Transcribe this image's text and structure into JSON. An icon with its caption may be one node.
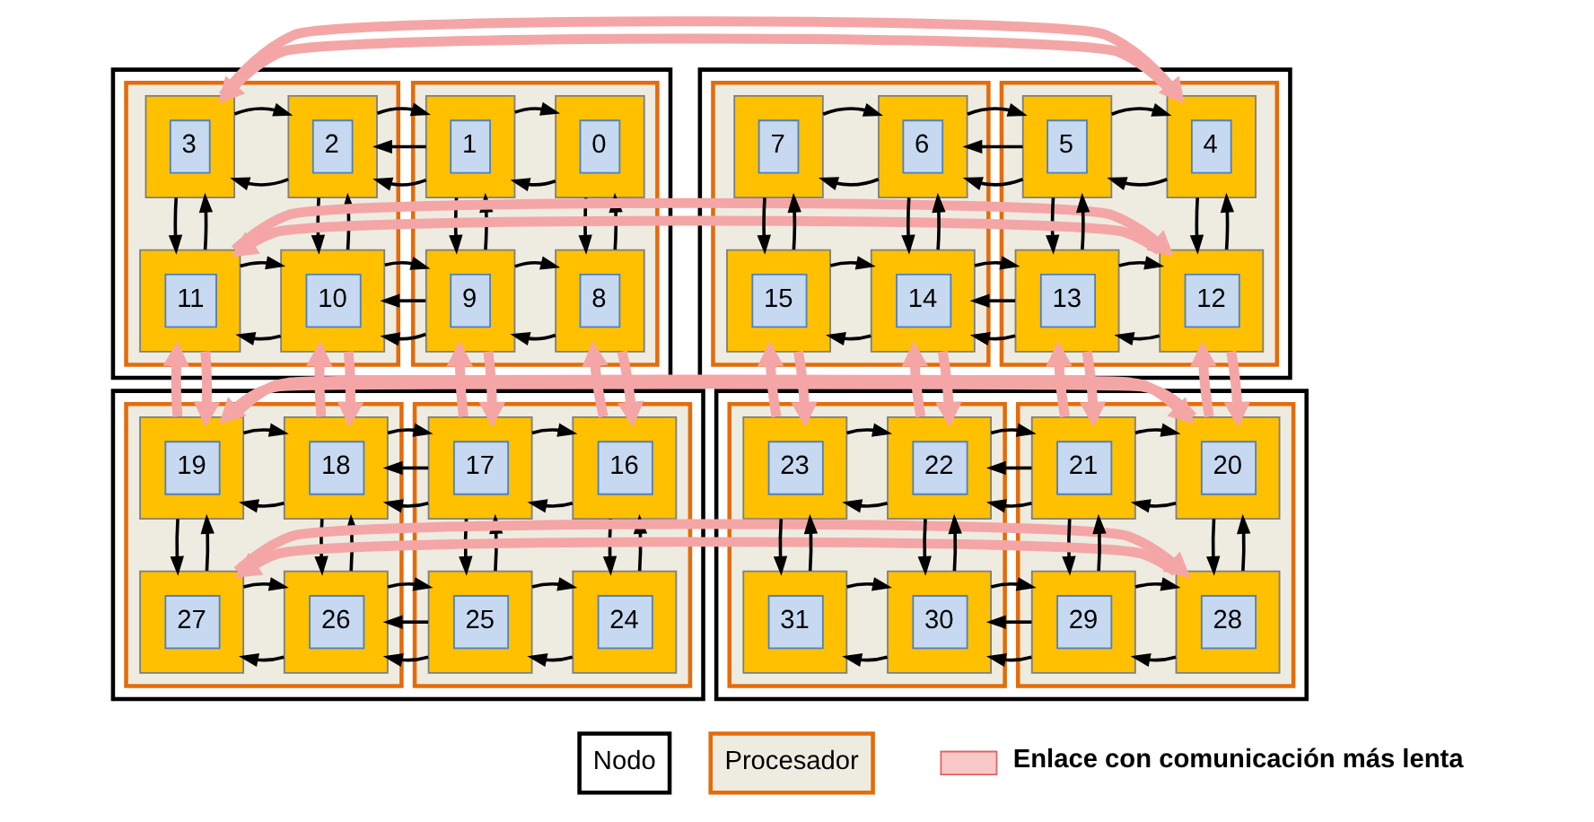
{
  "diagram": {
    "nodes": [
      {
        "text": [],
        "shape": "box"
      },
      {
        "text": [],
        "shape": "box",
        "in": 0
      },
      {
        "text": [
          "0"
        ],
        "in": 1
      },
      {
        "text": [
          "1"
        ],
        "in": 1
      },
      {
        "text": [
          "8"
        ],
        "in": 1
      },
      {
        "text": [
          "9"
        ],
        "in": 1
      },
      {
        "text": [],
        "shape": "box",
        "in": 0
      },
      {
        "text": [
          "2"
        ],
        "in": 6
      },
      {
        "text": [
          "3"
        ],
        "in": 6
      },
      {
        "text": [
          "10"
        ],
        "in": 6
      },
      {
        "text": [
          "11"
        ],
        "in": 6
      },
      {
        "text": [],
        "shape": "box"
      },
      {
        "text": [],
        "shape": "box",
        "in": 11
      },
      {
        "text": [
          "4"
        ],
        "in": 12
      },
      {
        "text": [
          "5"
        ],
        "in": 12
      },
      {
        "text": [
          "12"
        ],
        "in": 12
      },
      {
        "text": [
          "13"
        ],
        "in": 12
      },
      {
        "text": [],
        "shape": "box",
        "in": 11
      },
      {
        "text": [
          "6"
        ],
        "in": 17
      },
      {
        "text": [
          "7"
        ],
        "in": 17
      },
      {
        "text": [
          "14"
        ],
        "in": 17
      },
      {
        "text": [
          "15"
        ],
        "in": 17
      },
      {
        "text": [],
        "shape": "box"
      },
      {
        "text": [],
        "shape": "box",
        "in": 22
      },
      {
        "text": [
          "16"
        ],
        "in": 23
      },
      {
        "text": [
          "17"
        ],
        "in": 23
      },
      {
        "text": [
          "24"
        ],
        "in": 23
      },
      {
        "text": [
          "25"
        ],
        "in": 23
      },
      {
        "text": [],
        "shape": "box",
        "in": 22
      },
      {
        "text": [
          "18"
        ],
        "in": 28
      },
      {
        "text": [
          "19"
        ],
        "in": 28
      },
      {
        "text": [
          "26"
        ],
        "in": 28
      },
      {
        "text": [
          "27"
        ],
        "in": 28
      },
      {
        "text": [],
        "shape": "box"
      },
      {
        "text": [],
        "shape": "box",
        "in": 33
      },
      {
        "text": [
          "20"
        ],
        "in": 34
      },
      {
        "text": [
          "21"
        ],
        "in": 34
      },
      {
        "text": [
          "28"
        ],
        "in": 34
      },
      {
        "text": [
          "29"
        ],
        "in": 34
      },
      {
        "text": [],
        "shape": "box",
        "in": 33
      },
      {
        "text": [
          "22"
        ],
        "in": 39
      },
      {
        "text": [
          "23"
        ],
        "in": 39
      },
      {
        "text": [
          "30"
        ],
        "in": 39
      },
      {
        "text": [
          "31"
        ],
        "in": 39
      }
    ],
    "edges": [
      {
        "from": 2,
        "to": 3,
        "arrow": "to"
      },
      {
        "from": 3,
        "to": 2,
        "arrow": "to"
      },
      {
        "from": 4,
        "to": 5,
        "arrow": "to"
      },
      {
        "from": 5,
        "to": 4,
        "arrow": "to"
      },
      {
        "from": 2,
        "to": 4,
        "arrow": "to"
      },
      {
        "from": 4,
        "to": 2,
        "arrow": "to"
      },
      {
        "from": 3,
        "to": 5,
        "arrow": "to"
      },
      {
        "from": 5,
        "to": 3,
        "arrow": "to"
      },
      {
        "from": 7,
        "to": 8,
        "arrow": "to"
      },
      {
        "from": 8,
        "to": 7,
        "arrow": "to"
      },
      {
        "from": 9,
        "to": 10,
        "arrow": "to"
      },
      {
        "from": 10,
        "to": 9,
        "arrow": "to"
      },
      {
        "from": 7,
        "to": 9,
        "arrow": "to"
      },
      {
        "from": 9,
        "to": 7,
        "arrow": "to"
      },
      {
        "from": 8,
        "to": 10,
        "arrow": "to"
      },
      {
        "from": 10,
        "to": 8,
        "arrow": "to"
      },
      {
        "from": 3,
        "to": 7,
        "arrow": "to"
      },
      {
        "from": 7,
        "to": 3,
        "arrow": "to"
      },
      {
        "from": 5,
        "to": 9,
        "arrow": "to"
      },
      {
        "from": 9,
        "to": 5,
        "arrow": "to"
      },
      {
        "from": 13,
        "to": 14,
        "arrow": "to"
      },
      {
        "from": 14,
        "to": 13,
        "arrow": "to"
      },
      {
        "from": 15,
        "to": 16,
        "arrow": "to"
      },
      {
        "from": 16,
        "to": 15,
        "arrow": "to"
      },
      {
        "from": 13,
        "to": 15,
        "arrow": "to"
      },
      {
        "from": 15,
        "to": 13,
        "arrow": "to"
      },
      {
        "from": 14,
        "to": 16,
        "arrow": "to"
      },
      {
        "from": 16,
        "to": 14,
        "arrow": "to"
      },
      {
        "from": 18,
        "to": 19,
        "arrow": "to"
      },
      {
        "from": 19,
        "to": 18,
        "arrow": "to"
      },
      {
        "from": 20,
        "to": 21,
        "arrow": "to"
      },
      {
        "from": 21,
        "to": 20,
        "arrow": "to"
      },
      {
        "from": 18,
        "to": 20,
        "arrow": "to"
      },
      {
        "from": 20,
        "to": 18,
        "arrow": "to"
      },
      {
        "from": 19,
        "to": 21,
        "arrow": "to"
      },
      {
        "from": 21,
        "to": 19,
        "arrow": "to"
      },
      {
        "from": 14,
        "to": 18,
        "arrow": "to"
      },
      {
        "from": 18,
        "to": 14,
        "arrow": "to"
      },
      {
        "from": 16,
        "to": 20,
        "arrow": "to"
      },
      {
        "from": 20,
        "to": 16,
        "arrow": "to"
      },
      {
        "from": 24,
        "to": 25,
        "arrow": "to"
      },
      {
        "from": 25,
        "to": 24,
        "arrow": "to"
      },
      {
        "from": 26,
        "to": 27,
        "arrow": "to"
      },
      {
        "from": 27,
        "to": 26,
        "arrow": "to"
      },
      {
        "from": 24,
        "to": 26,
        "arrow": "to"
      },
      {
        "from": 26,
        "to": 24,
        "arrow": "to"
      },
      {
        "from": 25,
        "to": 27,
        "arrow": "to"
      },
      {
        "from": 27,
        "to": 25,
        "arrow": "to"
      },
      {
        "from": 29,
        "to": 30,
        "arrow": "to"
      },
      {
        "from": 30,
        "to": 29,
        "arrow": "to"
      },
      {
        "from": 31,
        "to": 32,
        "arrow": "to"
      },
      {
        "from": 32,
        "to": 31,
        "arrow": "to"
      },
      {
        "from": 29,
        "to": 31,
        "arrow": "to"
      },
      {
        "from": 31,
        "to": 29,
        "arrow": "to"
      },
      {
        "from": 30,
        "to": 32,
        "arrow": "to"
      },
      {
        "from": 32,
        "to": 30,
        "arrow": "to"
      },
      {
        "from": 25,
        "to": 29,
        "arrow": "to"
      },
      {
        "from": 29,
        "to": 25,
        "arrow": "to"
      },
      {
        "from": 27,
        "to": 31,
        "arrow": "to"
      },
      {
        "from": 31,
        "to": 27,
        "arrow": "to"
      },
      {
        "from": 35,
        "to": 36,
        "arrow": "to"
      },
      {
        "from": 36,
        "to": 35,
        "arrow": "to"
      },
      {
        "from": 37,
        "to": 38,
        "arrow": "to"
      },
      {
        "from": 38,
        "to": 37,
        "arrow": "to"
      },
      {
        "from": 35,
        "to": 37,
        "arrow": "to"
      },
      {
        "from": 37,
        "to": 35,
        "arrow": "to"
      },
      {
        "from": 36,
        "to": 38,
        "arrow": "to"
      },
      {
        "from": 38,
        "to": 36,
        "arrow": "to"
      },
      {
        "from": 40,
        "to": 41,
        "arrow": "to"
      },
      {
        "from": 41,
        "to": 40,
        "arrow": "to"
      },
      {
        "from": 42,
        "to": 43,
        "arrow": "to"
      },
      {
        "from": 43,
        "to": 42,
        "arrow": "to"
      },
      {
        "from": 40,
        "to": 42,
        "arrow": "to"
      },
      {
        "from": 42,
        "to": 40,
        "arrow": "to"
      },
      {
        "from": 41,
        "to": 43,
        "arrow": "to"
      },
      {
        "from": 43,
        "to": 41,
        "arrow": "to"
      },
      {
        "from": 36,
        "to": 40,
        "arrow": "to"
      },
      {
        "from": 40,
        "to": 36,
        "arrow": "to"
      },
      {
        "from": 38,
        "to": 42,
        "arrow": "to"
      },
      {
        "from": 42,
        "to": 38,
        "arrow": "to"
      },
      {
        "from": 13,
        "to": 8,
        "arrow": "to",
        "style": "thick",
        "color": "#f4a6a6"
      },
      {
        "from": 8,
        "to": 13,
        "arrow": "to",
        "style": "thick",
        "color": "#f4a6a6"
      },
      {
        "from": 15,
        "to": 10,
        "arrow": "to",
        "style": "thick",
        "color": "#f4a6a6"
      },
      {
        "from": 10,
        "to": 15,
        "arrow": "to",
        "style": "thick",
        "color": "#f4a6a6"
      },
      {
        "from": 4,
        "to": 24,
        "arrow": "to",
        "style": "thick",
        "color": "#f4a6a6"
      },
      {
        "from": 24,
        "to": 4,
        "arrow": "to",
        "style": "thick",
        "color": "#f4a6a6"
      },
      {
        "from": 5,
        "to": 25,
        "arrow": "to",
        "style": "thick",
        "color": "#f4a6a6"
      },
      {
        "from": 25,
        "to": 5,
        "arrow": "to",
        "style": "thick",
        "color": "#f4a6a6"
      },
      {
        "from": 9,
        "to": 29,
        "arrow": "to",
        "style": "thick",
        "color": "#f4a6a6"
      },
      {
        "from": 29,
        "to": 9,
        "arrow": "to",
        "style": "thick",
        "color": "#f4a6a6"
      },
      {
        "from": 10,
        "to": 30,
        "arrow": "to",
        "style": "thick",
        "color": "#f4a6a6"
      },
      {
        "from": 30,
        "to": 10,
        "arrow": "to",
        "style": "thick",
        "color": "#f4a6a6"
      },
      {
        "from": 15,
        "to": 35,
        "arrow": "to",
        "style": "thick",
        "color": "#f4a6a6"
      },
      {
        "from": 35,
        "to": 15,
        "arrow": "to",
        "style": "thick",
        "color": "#f4a6a6"
      },
      {
        "from": 16,
        "to": 36,
        "arrow": "to",
        "style": "thick",
        "color": "#f4a6a6"
      },
      {
        "from": 36,
        "to": 16,
        "arrow": "to",
        "style": "thick",
        "color": "#f4a6a6"
      },
      {
        "from": 20,
        "to": 40,
        "arrow": "to",
        "style": "thick",
        "color": "#f4a6a6"
      },
      {
        "from": 40,
        "to": 20,
        "arrow": "to",
        "style": "thick",
        "color": "#f4a6a6"
      },
      {
        "from": 21,
        "to": 41,
        "arrow": "to",
        "style": "thick",
        "color": "#f4a6a6"
      },
      {
        "from": 41,
        "to": 21,
        "arrow": "to",
        "style": "thick",
        "color": "#f4a6a6"
      },
      {
        "from": 35,
        "to": 30,
        "arrow": "to",
        "style": "thick",
        "color": "#f4a6a6"
      },
      {
        "from": 30,
        "to": 35,
        "arrow": "to",
        "style": "thick",
        "color": "#f4a6a6"
      },
      {
        "from": 37,
        "to": 32,
        "arrow": "to",
        "style": "thick",
        "color": "#f4a6a6"
      },
      {
        "from": 32,
        "to": 37,
        "arrow": "to",
        "style": "thick",
        "color": "#f4a6a6"
      }
    ],
    "legend": [
      {
        "text": "Nodo"
      },
      {
        "text": "Procesador"
      },
      {
        "text": "Enlace con comunicación más lenta"
      }
    ]
  }
}
